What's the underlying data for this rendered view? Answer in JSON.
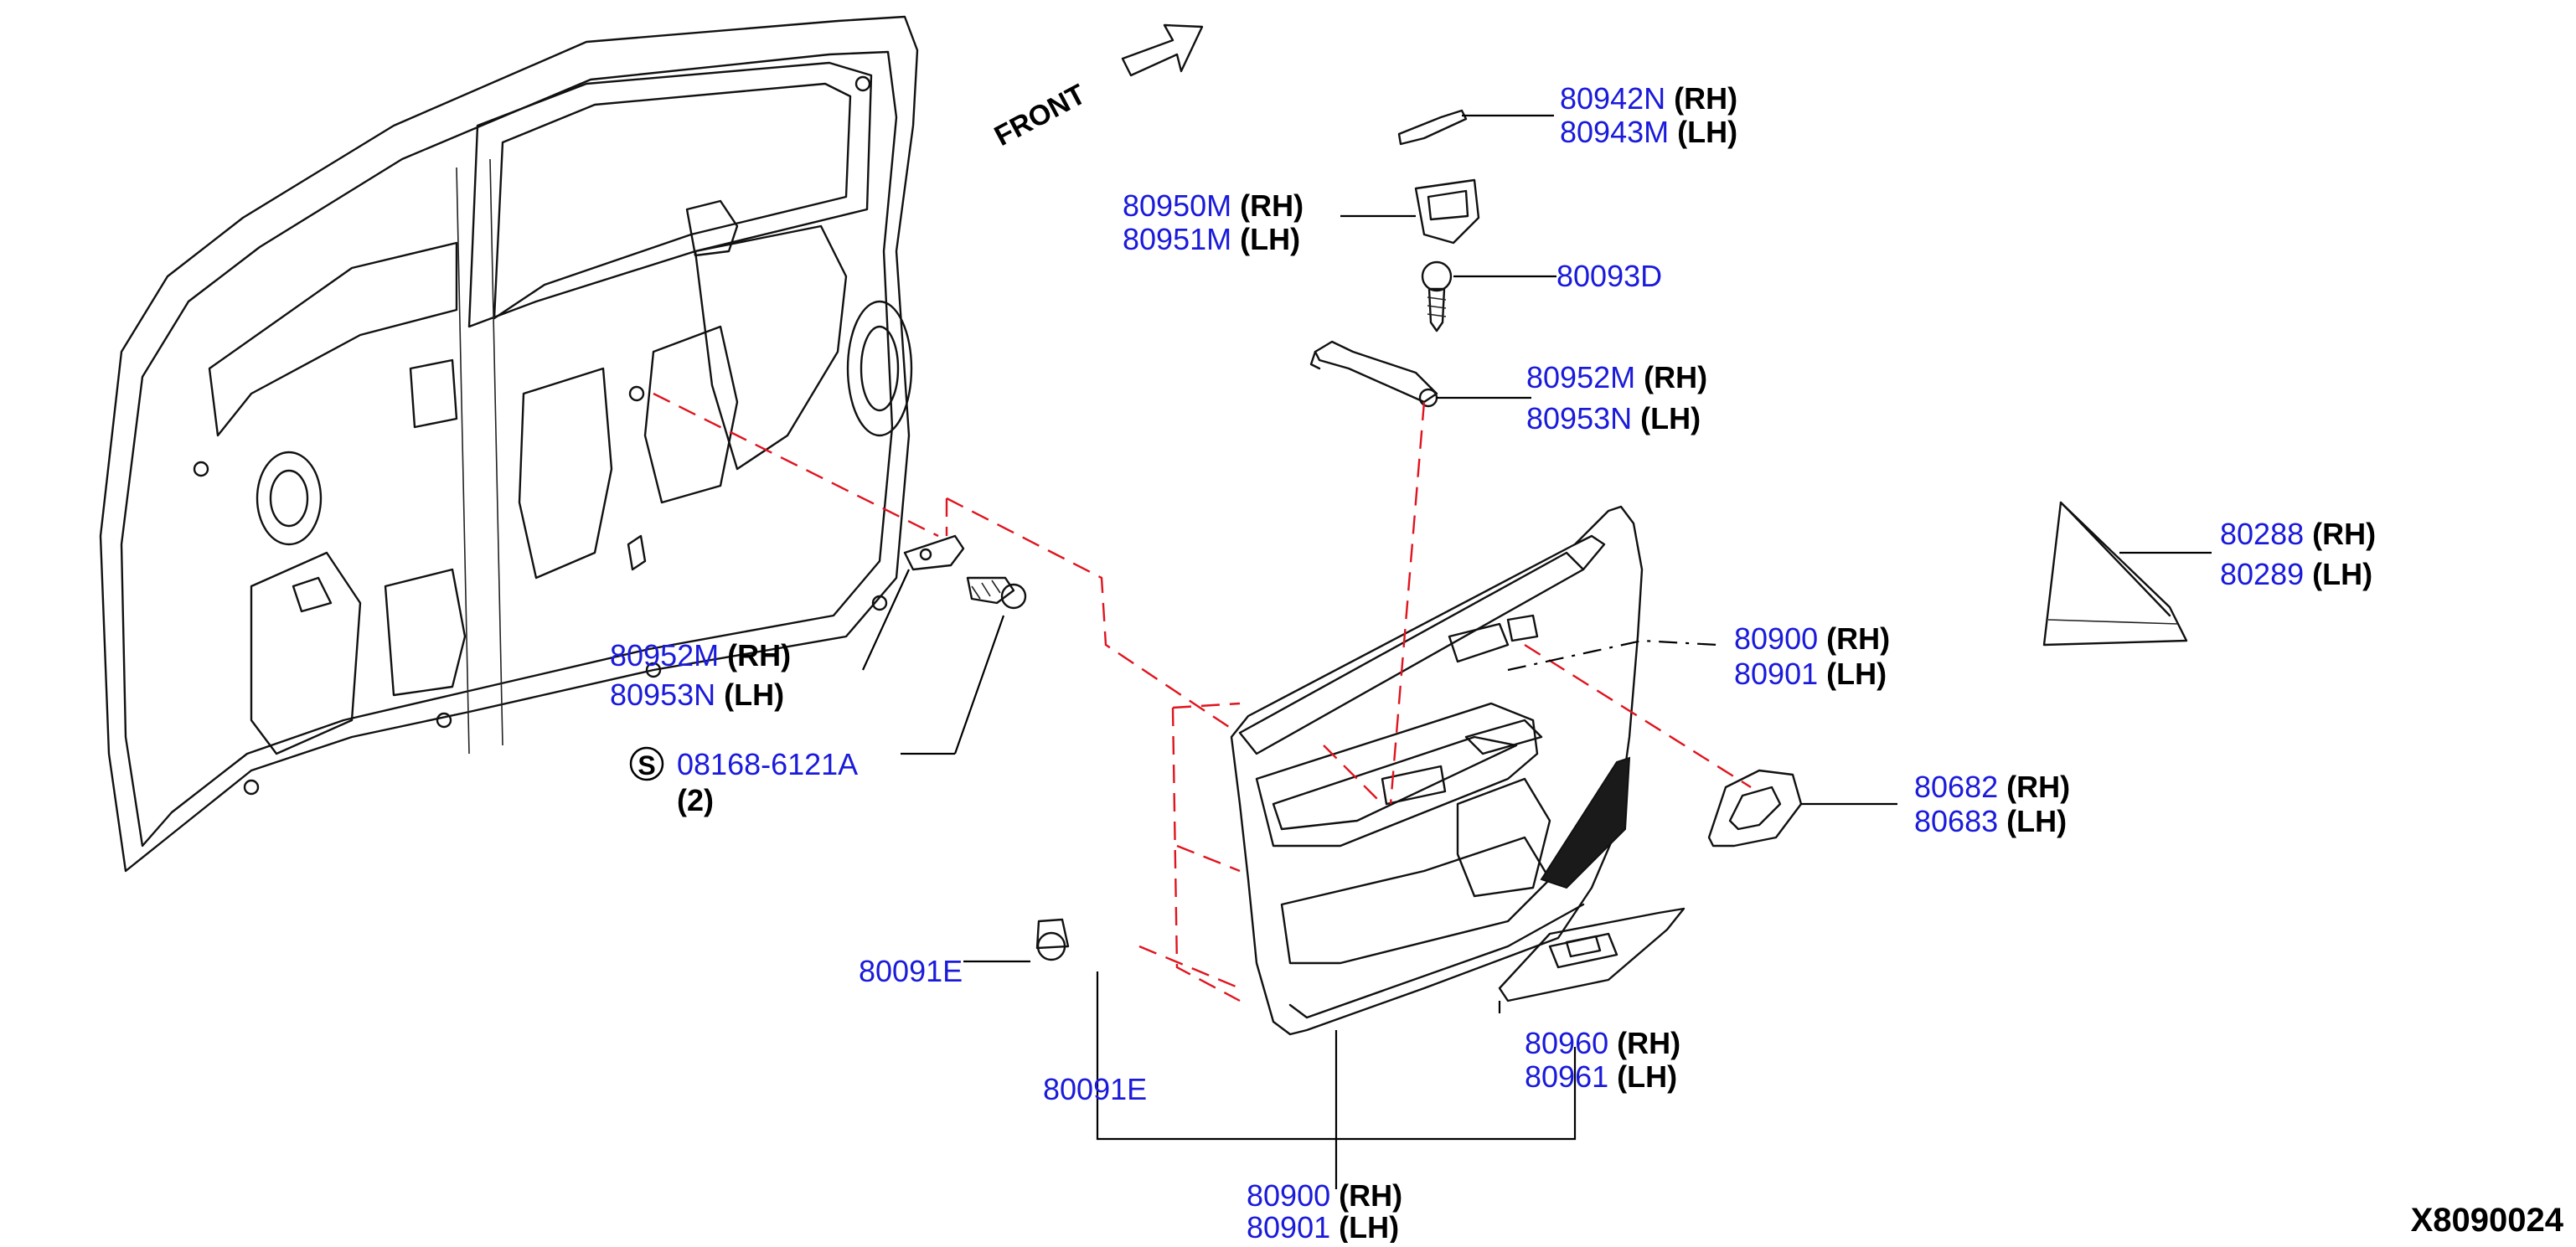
{
  "diagram": {
    "front_label": "FRONT",
    "figure_id": "X8090024",
    "standard_symbol": "S",
    "callouts": [
      {
        "id": "c1",
        "part": "80942N",
        "side": "(RH)"
      },
      {
        "id": "c2",
        "part": "80943M",
        "side": "(LH)"
      },
      {
        "id": "c3",
        "part": "80950M",
        "side": "(RH)"
      },
      {
        "id": "c4",
        "part": "80951M",
        "side": "(LH)"
      },
      {
        "id": "c5",
        "part": "80093D",
        "side": ""
      },
      {
        "id": "c6",
        "part": "80952M",
        "side": "(RH)"
      },
      {
        "id": "c7",
        "part": "80953N",
        "side": "(LH)"
      },
      {
        "id": "c8",
        "part": "80288",
        "side": "(RH)"
      },
      {
        "id": "c9",
        "part": "80289",
        "side": "(LH)"
      },
      {
        "id": "c10",
        "part": "80952M",
        "side": "(RH)"
      },
      {
        "id": "c11",
        "part": "80953N",
        "side": "(LH)"
      },
      {
        "id": "c12",
        "part": "80900",
        "side": "(RH)"
      },
      {
        "id": "c13",
        "part": "80901",
        "side": "(LH)"
      },
      {
        "id": "c14",
        "part": "08168-6121A",
        "side": ""
      },
      {
        "id": "c15",
        "part": "",
        "side": "(2)"
      },
      {
        "id": "c16",
        "part": "80682",
        "side": "(RH)"
      },
      {
        "id": "c17",
        "part": "80683",
        "side": "(LH)"
      },
      {
        "id": "c18",
        "part": "80091E",
        "side": ""
      },
      {
        "id": "c19",
        "part": "80960",
        "side": "(RH)"
      },
      {
        "id": "c20",
        "part": "80961",
        "side": "(LH)"
      },
      {
        "id": "c21",
        "part": "80091E",
        "side": ""
      },
      {
        "id": "c22",
        "part": "80900",
        "side": "(RH)"
      },
      {
        "id": "c23",
        "part": "80901",
        "side": "(LH)"
      }
    ]
  },
  "colors": {
    "part_number": "#1a1adb",
    "side_label": "#000000",
    "dash_line": "#e0141e",
    "line_art": "#111111"
  }
}
